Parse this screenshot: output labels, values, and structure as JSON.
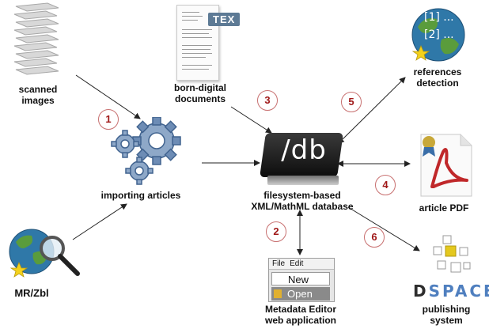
{
  "nodes": {
    "scanned_images": "scanned\nimages",
    "born_digital": "born-digital\ndocuments",
    "importing": "importing articles",
    "database": "filesystem-based\nXML/MathML database",
    "mr_zbl": "MR/Zbl",
    "metadata_editor": "Metadata Editor\nweb application",
    "references": "references\ndetection",
    "article_pdf": "article PDF",
    "publishing": "publishing\nsystem"
  },
  "steps": [
    "1",
    "2",
    "3",
    "4",
    "5",
    "6"
  ],
  "icons": {
    "tex_badge": "TEX",
    "db_logo": "/db",
    "ref1": "[1] ...",
    "ref2": "[2] ...",
    "editor_menu_file": "File",
    "editor_menu_edit": "Edit",
    "editor_new": "New",
    "editor_open": "Open",
    "dspace_d": "D",
    "dspace_rest": "SPACE"
  },
  "colors": {
    "step_circle": "#c87070",
    "step_text": "#a01818",
    "arrow": "#222222",
    "tex_badge": "#5d7a95",
    "dspace_d": "#2e2e2e",
    "dspace_rest": "#4f7fbf",
    "globe": "#2f78a8",
    "pdf_red": "#c0282a"
  }
}
